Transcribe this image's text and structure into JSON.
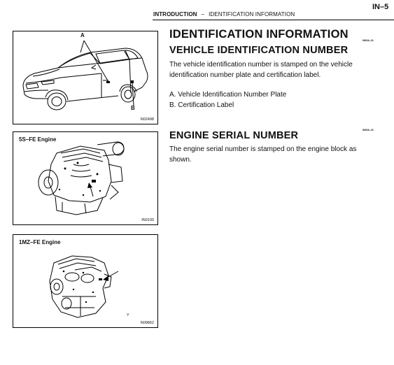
{
  "header": {
    "page_number": "IN–5",
    "section": "INTRODUCTION",
    "separator": "–",
    "subsection": "IDENTIFICATION INFORMATION"
  },
  "title": "IDENTIFICATION INFORMATION",
  "vin_section": {
    "heading": "VEHICLE IDENTIFICATION NUMBER",
    "code": "IN00A–01",
    "paragraph": "The vehicle identification number is stamped on the vehicle identification number plate and certification label.",
    "items": [
      "A. Vehicle Identification Number Plate",
      "B. Certification Label"
    ]
  },
  "engine_section": {
    "heading": "ENGINE SERIAL NUMBER",
    "code": "IN00A–01",
    "paragraph": "The engine serial number is stamped on the engine block as shown."
  },
  "figures": {
    "vehicle": {
      "label_a": "A",
      "label_b": "B",
      "code": "N02498"
    },
    "engine_5s": {
      "title": "5S–FE Engine",
      "code": "IN0100"
    },
    "engine_1mz": {
      "title": "1MZ–FE Engine",
      "mark": "Y",
      "code": "N09862"
    }
  }
}
